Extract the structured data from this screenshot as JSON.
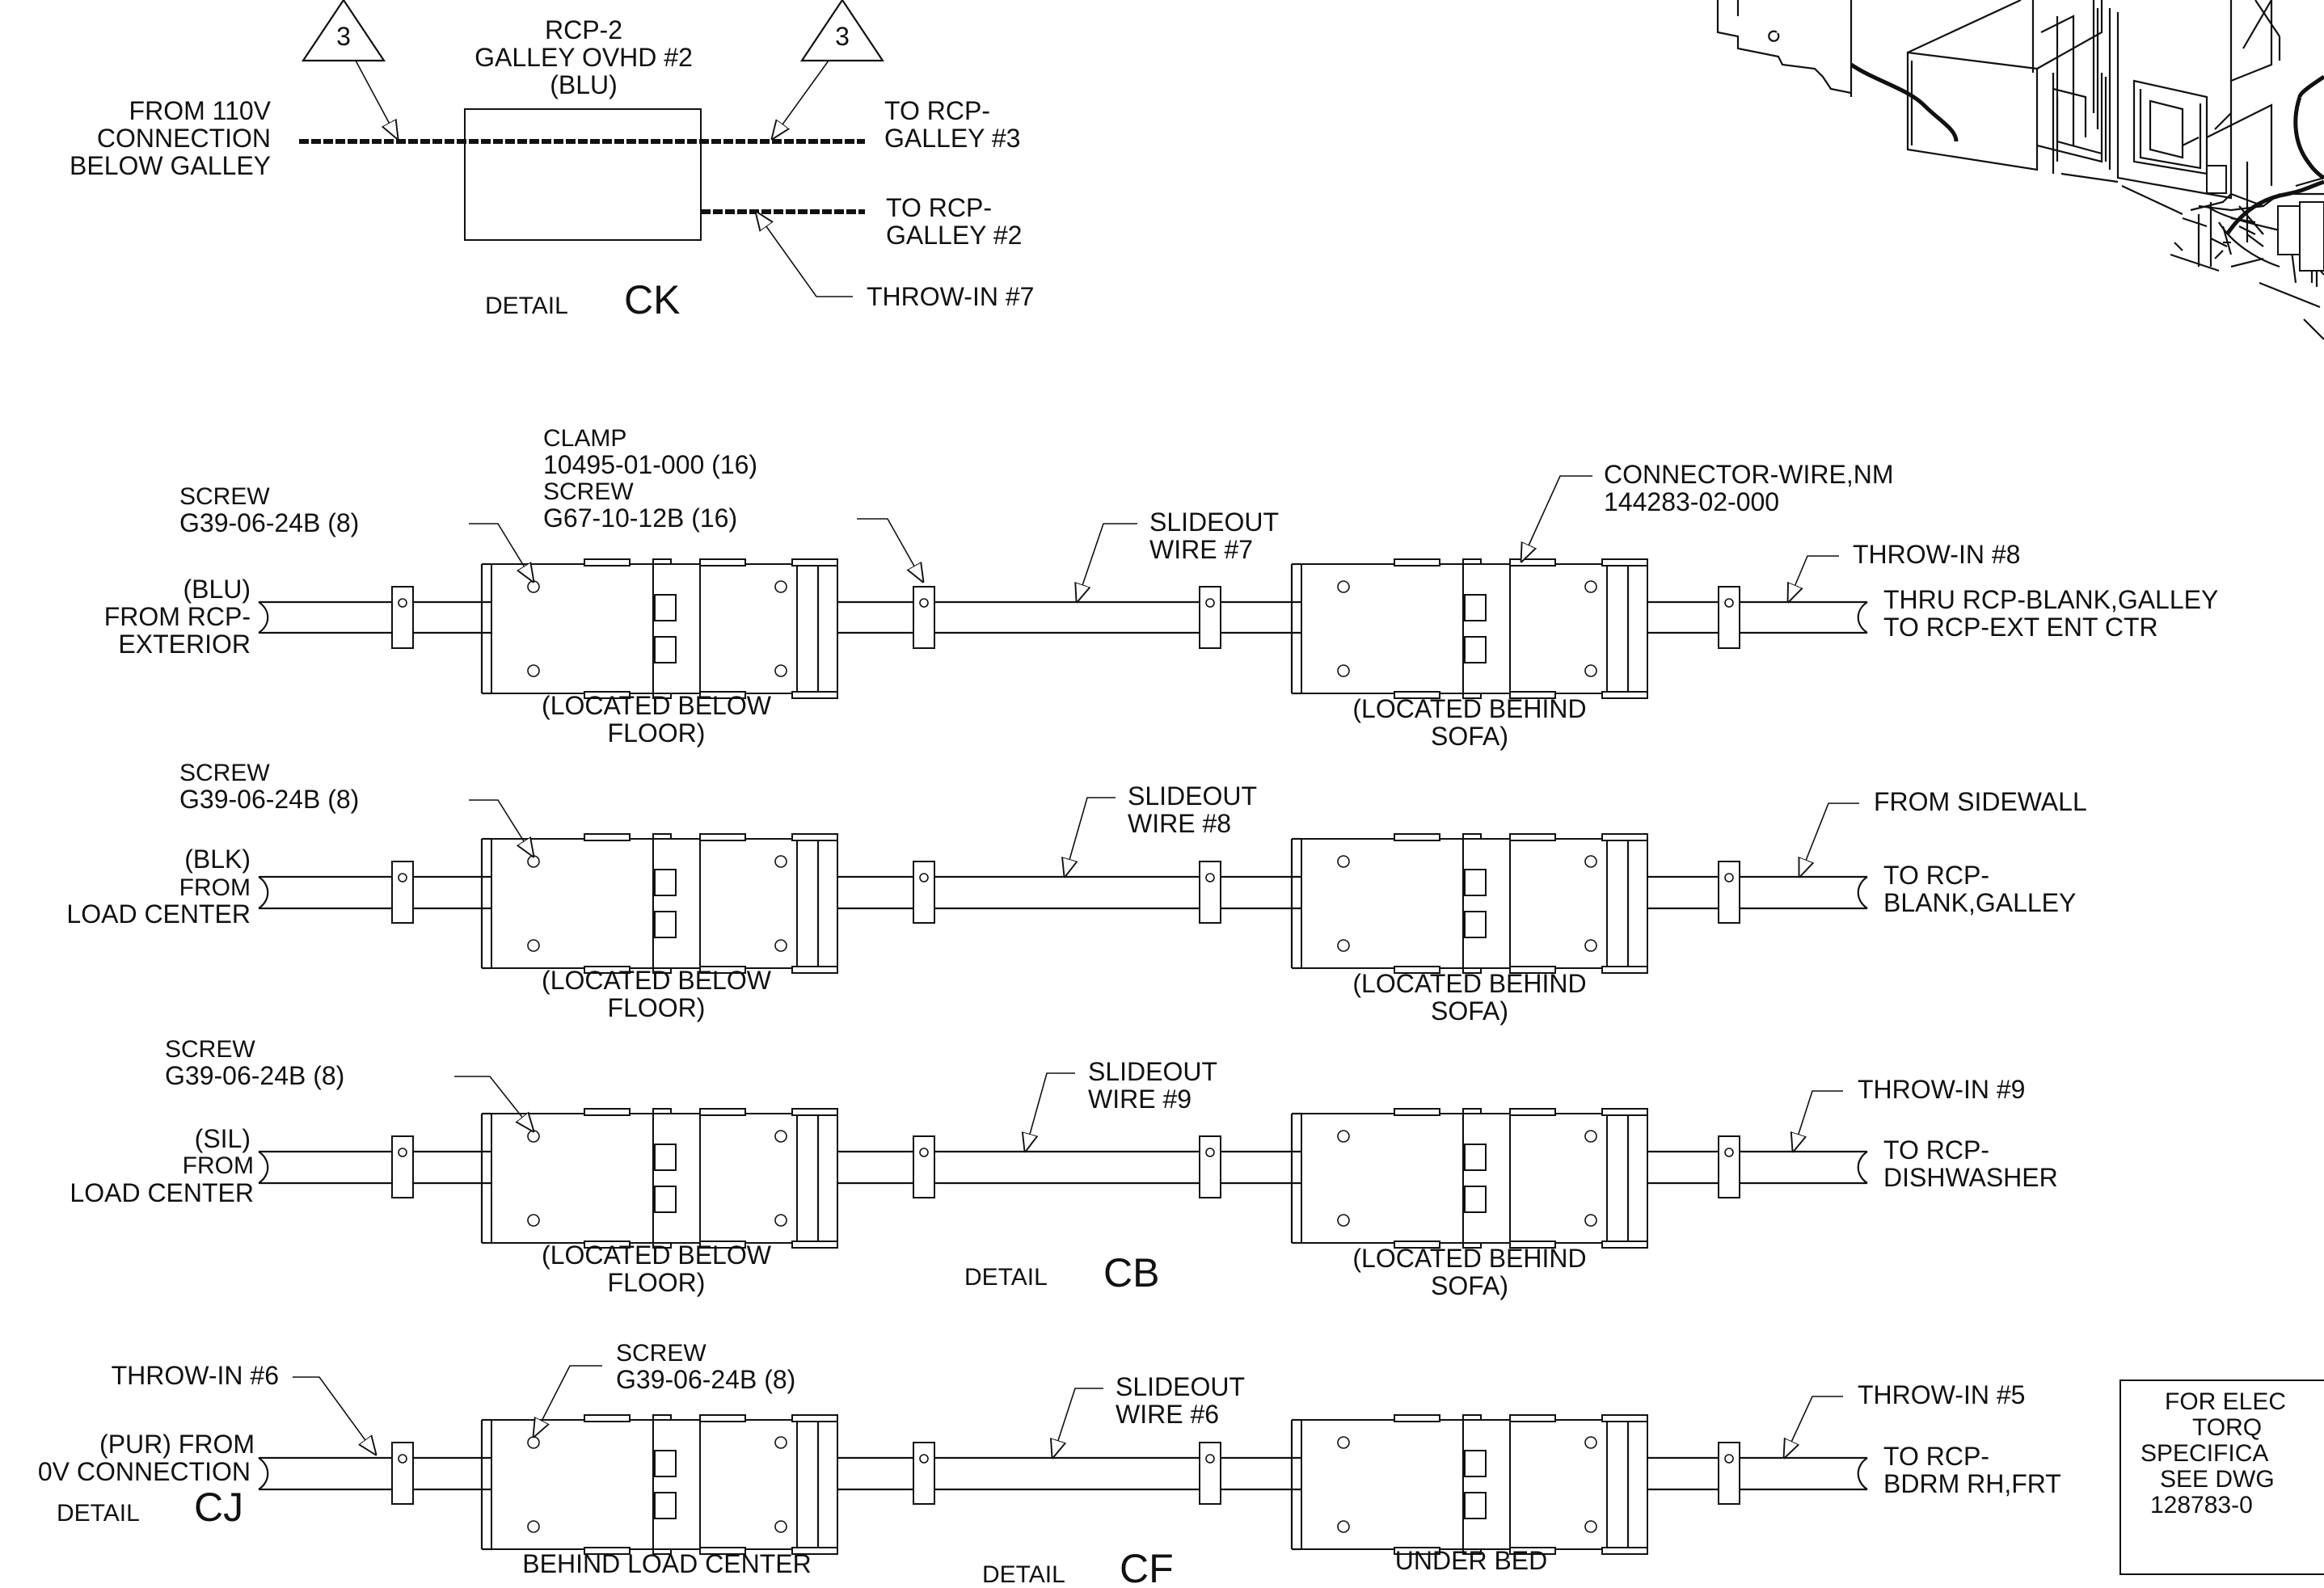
{
  "detail_ck": {
    "triangle_left": "3",
    "triangle_right": "3",
    "rcp_title": [
      "RCP-2",
      "GALLEY OVHD #2",
      "(BLU)"
    ],
    "from_label": [
      "FROM 110V",
      "CONNECTION",
      "BELOW GALLEY"
    ],
    "to_galley3": [
      "TO RCP-",
      "GALLEY #3"
    ],
    "to_galley2": [
      "TO RCP-",
      "GALLEY #2"
    ],
    "throw_in": "THROW-IN #7",
    "detail_word": "DETAIL",
    "detail_id": "CK"
  },
  "row1": {
    "clamp_label": [
      "CLAMP",
      "10495-01-000 (16)",
      "SCREW",
      "G67-10-12B (16)"
    ],
    "screw_label": [
      "SCREW",
      "G39-06-24B (8)"
    ],
    "wire_label": [
      "SLIDEOUT",
      "WIRE #7"
    ],
    "connector_label": [
      "CONNECTOR-WIRE,NM",
      "144283-02-000"
    ],
    "throw_in": "THROW-IN #8",
    "left_label": [
      "(BLU)",
      "FROM RCP-",
      "EXTERIOR"
    ],
    "right_label": [
      "THRU RCP-BLANK,GALLEY",
      "TO RCP-EXT ENT CTR"
    ],
    "loc_left": [
      "(LOCATED BELOW",
      "FLOOR)"
    ],
    "loc_right": [
      "(LOCATED BEHIND",
      "SOFA)"
    ]
  },
  "row2": {
    "screw_label": [
      "SCREW",
      "G39-06-24B (8)"
    ],
    "wire_label": [
      "SLIDEOUT",
      "WIRE #8"
    ],
    "from_sidewall": "FROM SIDEWALL",
    "left_label": [
      "(BLK)",
      "FROM",
      "LOAD CENTER"
    ],
    "right_label": [
      "TO RCP-",
      "BLANK,GALLEY"
    ],
    "loc_left": [
      "(LOCATED BELOW",
      "FLOOR)"
    ],
    "loc_right": [
      "(LOCATED BEHIND",
      "SOFA)"
    ]
  },
  "row3": {
    "screw_label": [
      "SCREW",
      "G39-06-24B (8)"
    ],
    "wire_label": [
      "SLIDEOUT",
      "WIRE #9"
    ],
    "throw_in": "THROW-IN #9",
    "left_label": [
      "(SIL)",
      "FROM",
      "LOAD CENTER"
    ],
    "right_label": [
      "TO RCP-",
      "DISHWASHER"
    ],
    "loc_left": [
      "(LOCATED BELOW",
      "FLOOR)"
    ],
    "loc_right": [
      "(LOCATED BEHIND",
      "SOFA)"
    ],
    "detail_word": "DETAIL",
    "detail_id": "CB"
  },
  "row4": {
    "throw_in_left": "THROW-IN #6",
    "screw_label": [
      "SCREW",
      "G39-06-24B (8)"
    ],
    "wire_label": [
      "SLIDEOUT",
      "WIRE #6"
    ],
    "throw_in_right": "THROW-IN #5",
    "left_label": [
      "(PUR) FROM",
      "0V CONNECTION"
    ],
    "right_label": [
      "TO RCP-",
      "BDRM RH,FRT"
    ],
    "detail_cj_word": "DETAIL",
    "detail_cj_id": "CJ",
    "loc_left": "BEHIND LOAD CENTER",
    "loc_right": "UNDER BED",
    "detail_cf_word": "DETAIL",
    "detail_cf_id": "CF"
  },
  "note_box": [
    "FOR ELEC",
    "TORQ",
    "SPECIFICA",
    "SEE DWG",
    "128783-0"
  ]
}
